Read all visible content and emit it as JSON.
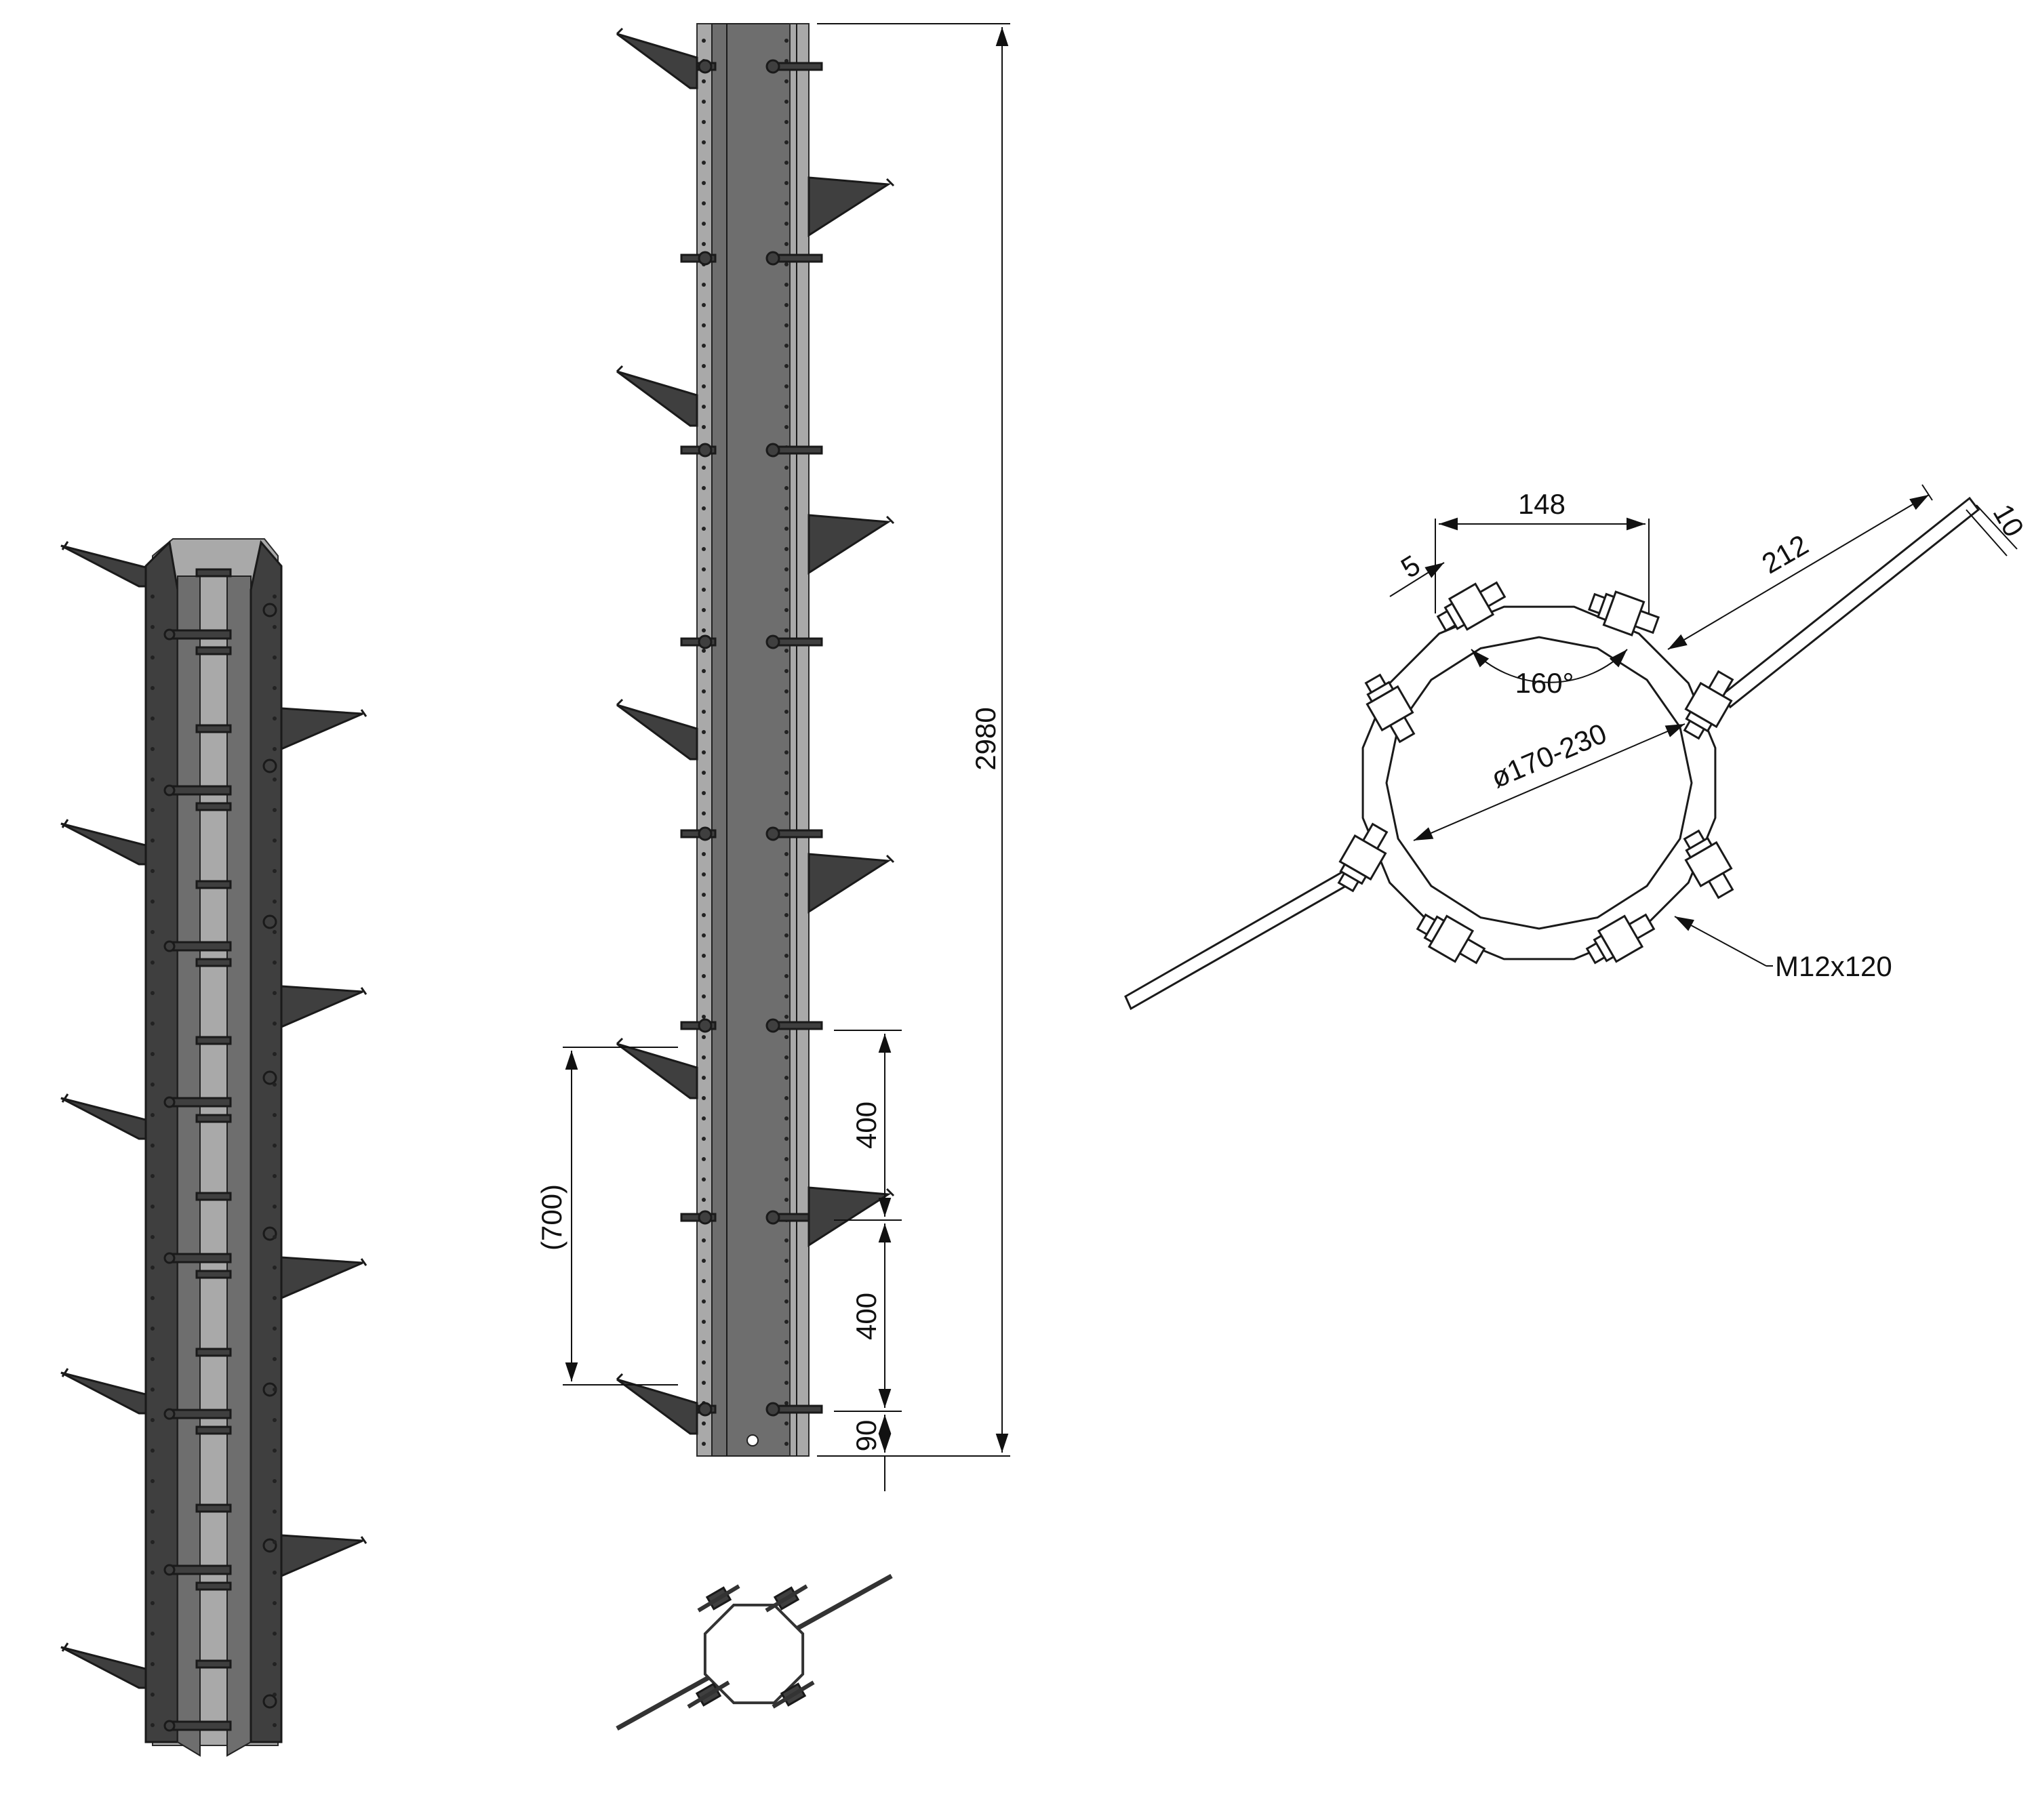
{
  "drawing": {
    "dimensions": {
      "total_height": "2980",
      "spacing_upper": "400",
      "spacing_lower": "400",
      "bottom_offset": "90",
      "ref_spacing": "(700)",
      "clamp_width": "148",
      "plate_thickness": "5",
      "arm_length": "212",
      "arm_width": "10",
      "bend_angle": "160°",
      "pole_diameter": "ø170-230",
      "bolt_spec": "M12x120"
    }
  }
}
